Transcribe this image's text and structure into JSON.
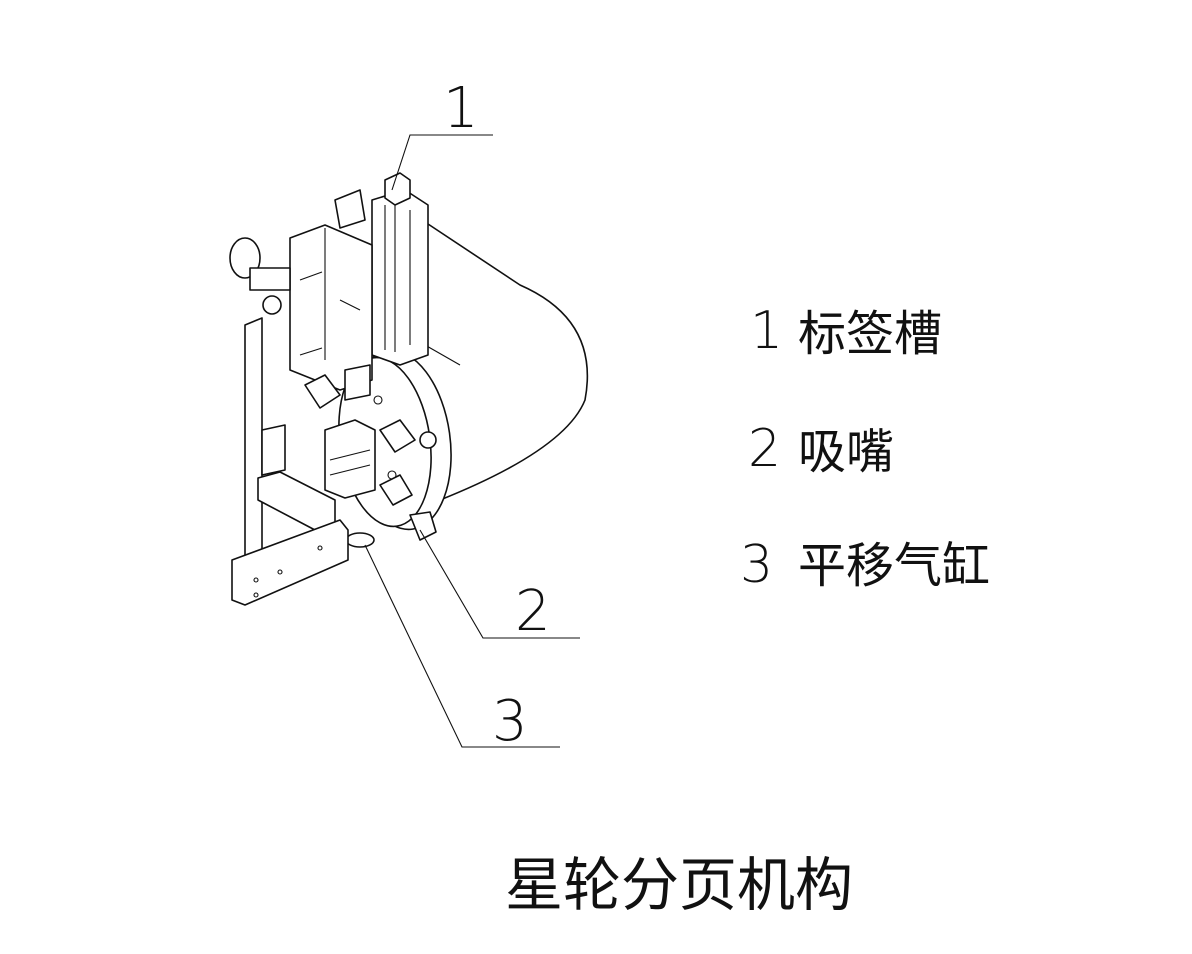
{
  "callouts": [
    {
      "number": "1"
    },
    {
      "number": "2"
    },
    {
      "number": "3"
    }
  ],
  "legend": [
    {
      "number": "1",
      "label": "标签槽"
    },
    {
      "number": "2",
      "label": "吸嘴"
    },
    {
      "number": "3",
      "label": "平移气缸"
    }
  ],
  "title": "星轮分页机构"
}
